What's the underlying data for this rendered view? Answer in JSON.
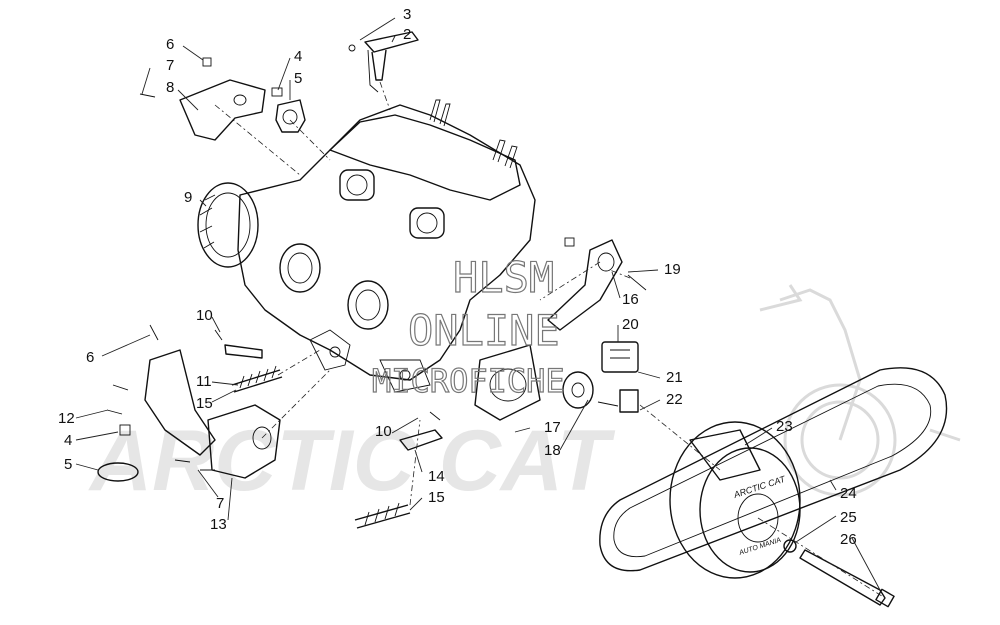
{
  "watermark": {
    "line1": "HLSM",
    "line2": "ONLINE",
    "line3": "MICROFICHE",
    "brand": "ARCTIC CAT"
  },
  "clutch_text": {
    "brand": "ARCTIC CAT",
    "sub": "AUTO MANIA"
  },
  "callouts": [
    {
      "id": "c3",
      "num": "3"
    },
    {
      "id": "c2",
      "num": "2"
    },
    {
      "id": "c6a",
      "num": "6"
    },
    {
      "id": "c7a",
      "num": "7"
    },
    {
      "id": "c8",
      "num": "8"
    },
    {
      "id": "c4a",
      "num": "4"
    },
    {
      "id": "c5a",
      "num": "5"
    },
    {
      "id": "c9",
      "num": "9"
    },
    {
      "id": "c19",
      "num": "19"
    },
    {
      "id": "c16",
      "num": "16"
    },
    {
      "id": "c20",
      "num": "20"
    },
    {
      "id": "c10a",
      "num": "10"
    },
    {
      "id": "c6b",
      "num": "6"
    },
    {
      "id": "c11",
      "num": "11"
    },
    {
      "id": "c15a",
      "num": "15"
    },
    {
      "id": "c12",
      "num": "12"
    },
    {
      "id": "c4b",
      "num": "4"
    },
    {
      "id": "c5b",
      "num": "5"
    },
    {
      "id": "c7b",
      "num": "7"
    },
    {
      "id": "c13",
      "num": "13"
    },
    {
      "id": "c10b",
      "num": "10"
    },
    {
      "id": "c14",
      "num": "14"
    },
    {
      "id": "c15b",
      "num": "15"
    },
    {
      "id": "c17",
      "num": "17"
    },
    {
      "id": "c18",
      "num": "18"
    },
    {
      "id": "c21",
      "num": "21"
    },
    {
      "id": "c22",
      "num": "22"
    },
    {
      "id": "c23",
      "num": "23"
    },
    {
      "id": "c24",
      "num": "24"
    },
    {
      "id": "c25",
      "num": "25"
    },
    {
      "id": "c26",
      "num": "26"
    }
  ]
}
